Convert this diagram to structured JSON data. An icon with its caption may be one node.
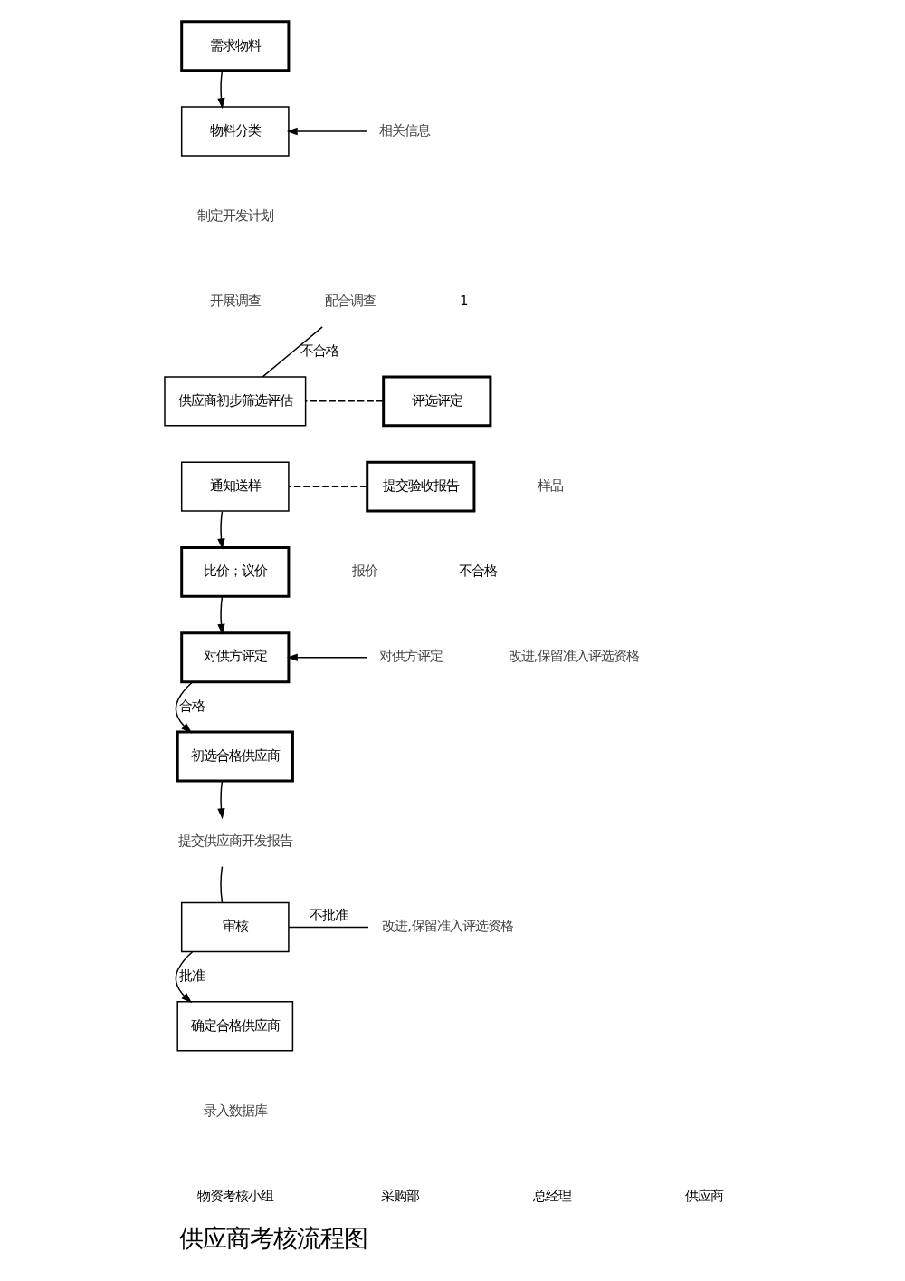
{
  "diagram": {
    "title": "供应商考核流程图",
    "nodes": [
      {
        "text": [
          "需求物料"
        ]
      },
      {
        "text": [
          "物料分类"
        ]
      },
      {
        "text": [
          "制定开发计划"
        ]
      },
      {
        "text": [
          "开展调查"
        ]
      },
      {
        "text": [
          "供应商初步筛选评估"
        ]
      },
      {
        "text": [
          "评选评定"
        ]
      },
      {
        "text": [
          "通知送样"
        ]
      },
      {
        "text": [
          "提交验收报告"
        ]
      },
      {
        "text": [
          "比价；议价"
        ]
      },
      {
        "text": [
          "对供方评定"
        ]
      },
      {
        "text": [
          "初选合格供应商"
        ]
      },
      {
        "text": [
          "提交供应商开发报告"
        ]
      },
      {
        "text": [
          "审核"
        ]
      },
      {
        "text": [
          "确定合格供应商"
        ]
      },
      {
        "text": [
          "录入数据库"
        ]
      },
      {
        "text": [
          "相关信息"
        ]
      },
      {
        "text": [
          "配合调查"
        ]
      },
      {
        "text": [
          "样品"
        ]
      },
      {
        "text": [
          "报价"
        ]
      },
      {
        "text": [
          "改进,保留准入评选资格"
        ]
      },
      {
        "text": [
          "改进,保留准入评选资格"
        ]
      },
      {
        "text": [
          "对供方评定"
        ]
      }
    ],
    "edges": [
      {
        "from": 0,
        "to": 1,
        "arrow": "to"
      },
      {
        "from": 15,
        "to": 1,
        "arrow": "to"
      },
      {
        "from": 4,
        "to": 16,
        "arrow": "none",
        "label": "不合格"
      },
      {
        "from": 5,
        "to": 4,
        "arrow": "none",
        "style": "dashed"
      },
      {
        "from": 7,
        "to": 6,
        "arrow": "none",
        "style": "dashed"
      },
      {
        "from": 6,
        "to": 8,
        "arrow": "to"
      },
      {
        "from": 8,
        "to": 9,
        "arrow": "to"
      },
      {
        "from": 21,
        "to": 9,
        "arrow": "to"
      },
      {
        "from": 9,
        "to": 10,
        "arrow": "to",
        "label": "合格"
      },
      {
        "from": 10,
        "to": 11,
        "arrow": "to"
      },
      {
        "from": 11,
        "to": 12,
        "arrow": "none"
      },
      {
        "from": 12,
        "to": 20,
        "arrow": "none",
        "label": "不批准"
      },
      {
        "from": 12,
        "to": 13,
        "arrow": "to",
        "label": "批准"
      }
    ],
    "labels": [
      "1",
      "不合格",
      "物资考核小组",
      "采购部",
      "总经理",
      "供应商"
    ]
  }
}
